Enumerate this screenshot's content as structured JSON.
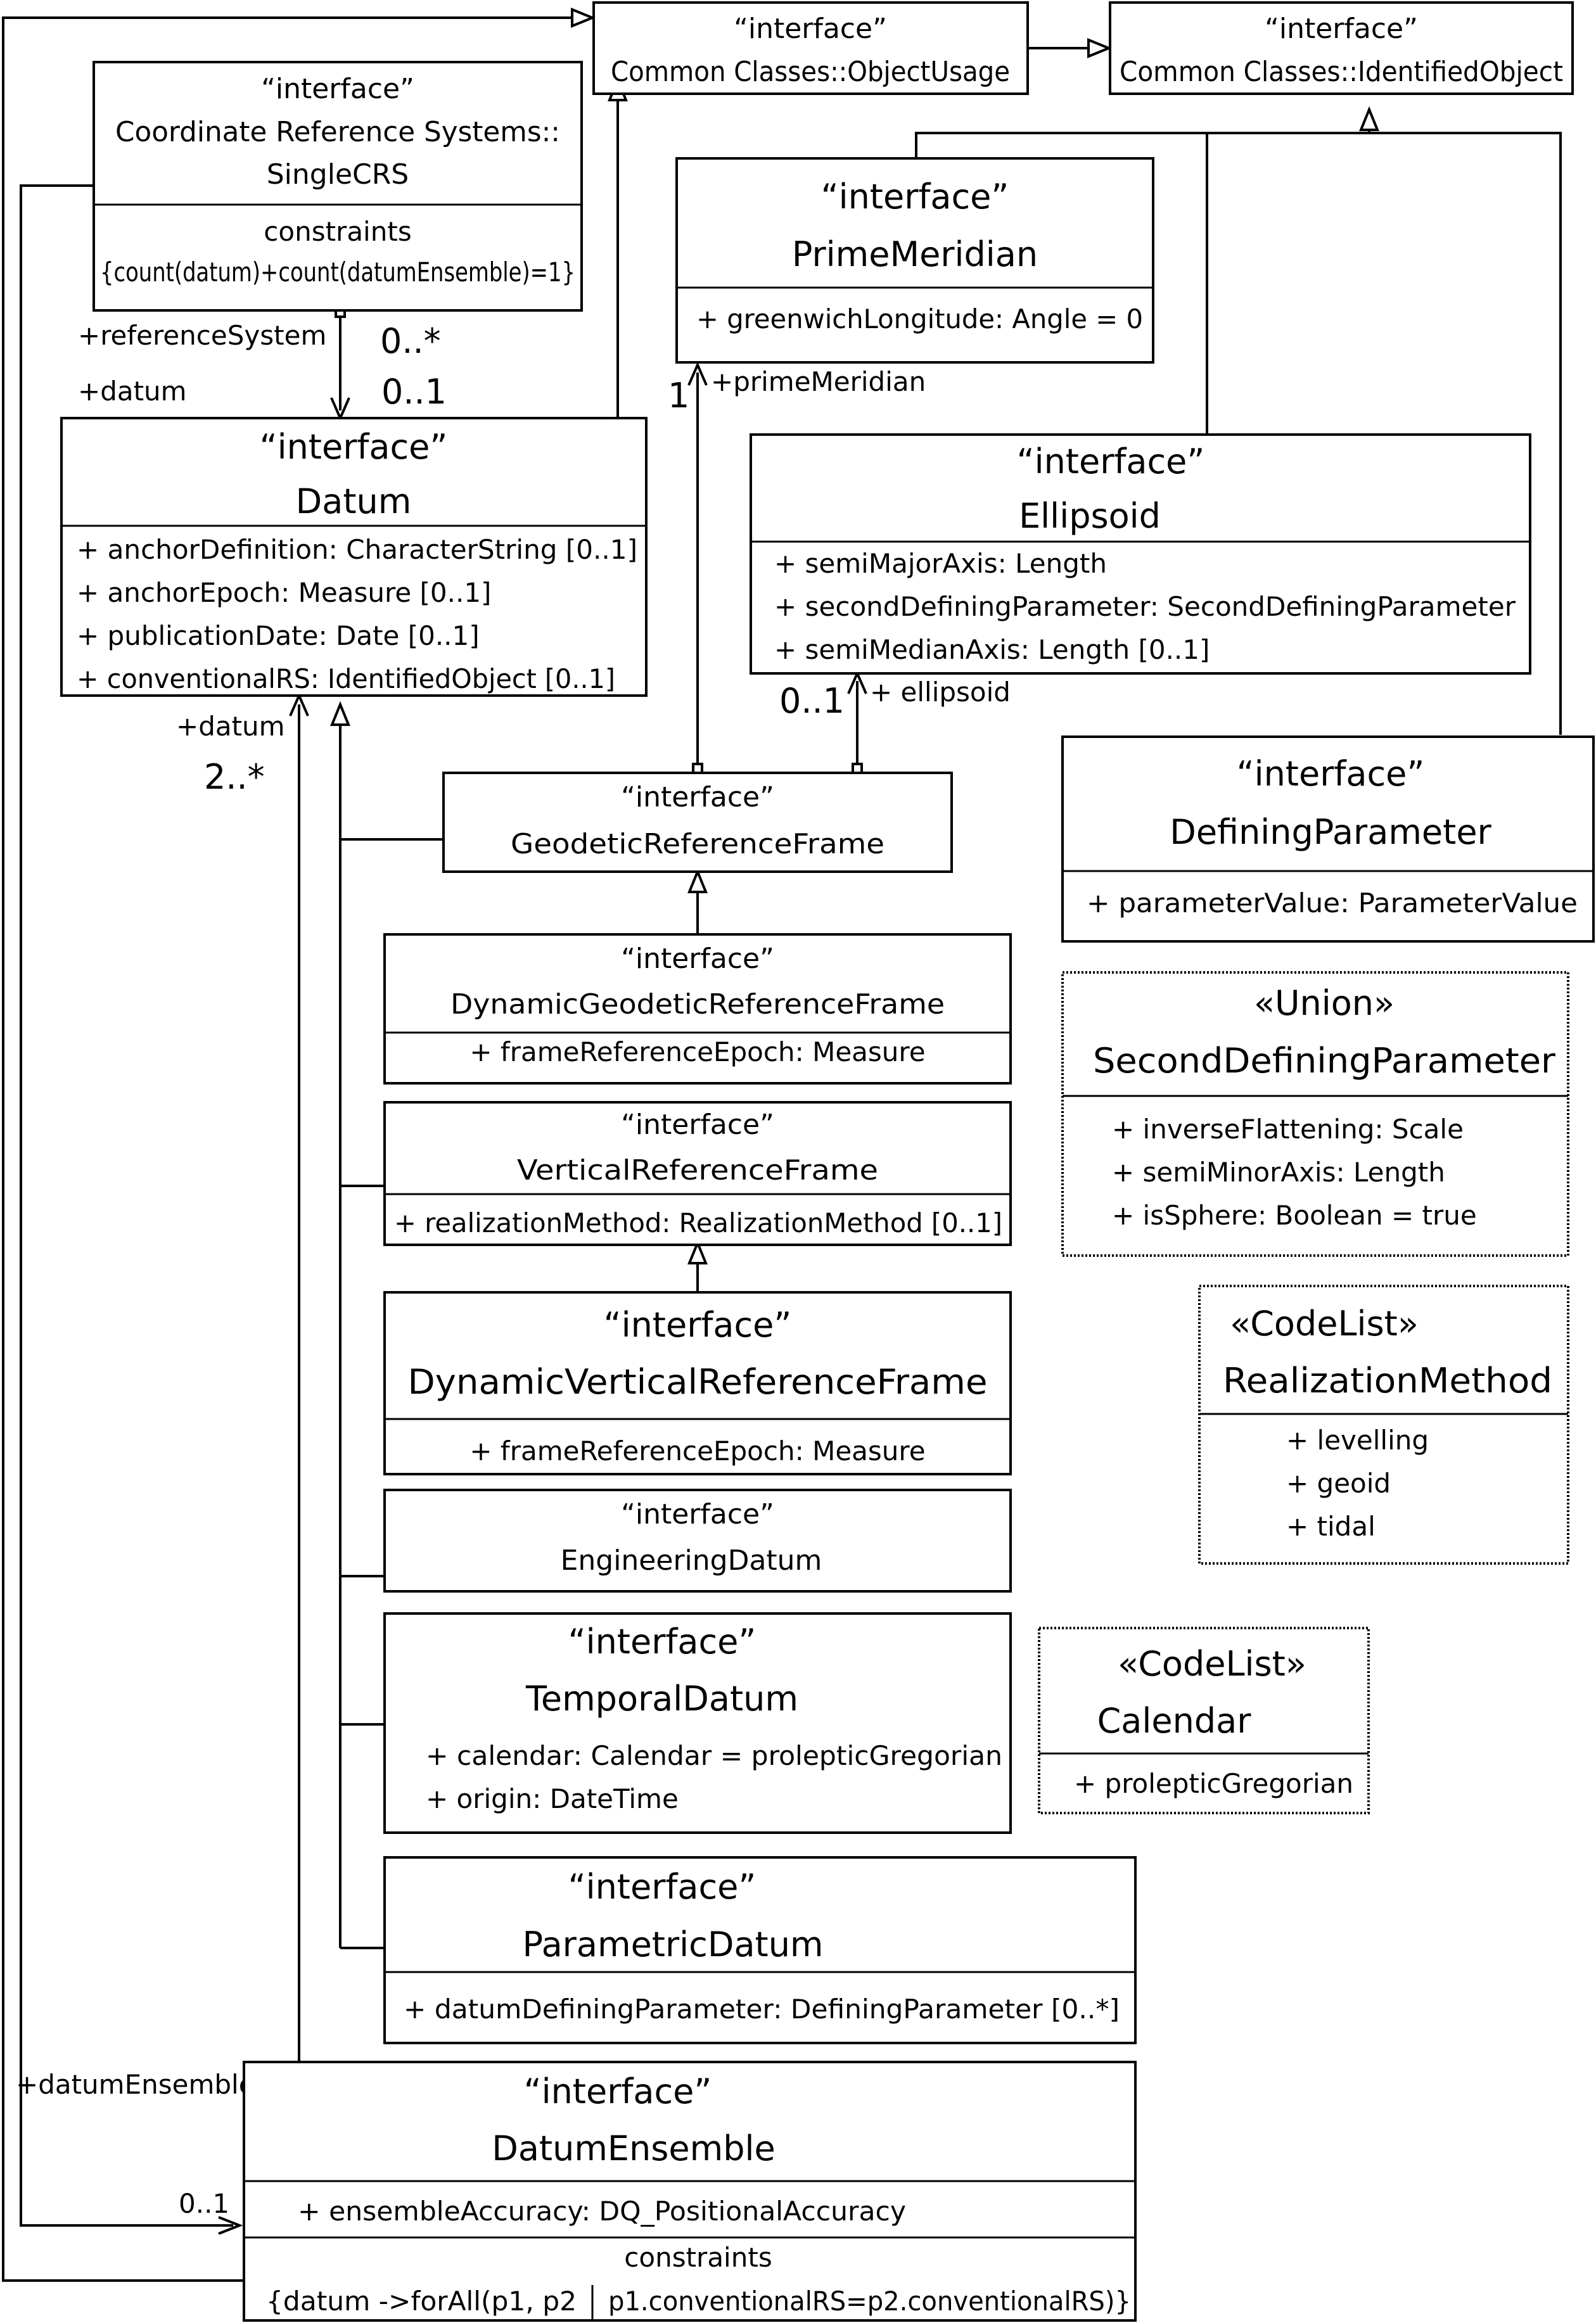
{
  "classes": {
    "object_usage": {
      "stereotype": "“interface”",
      "name": "Common Classes::ObjectUsage"
    },
    "identified_object": {
      "stereotype": "“interface”",
      "name": "Common Classes::IdentifiedObject"
    },
    "single_crs": {
      "stereotype": "“interface”",
      "name_line1": "Coordinate Reference Systems::",
      "name_line2": "SingleCRS",
      "constraints_label": "constraints",
      "constraint": "{count(datum)+count(datumEnsemble)=1}"
    },
    "prime_meridian": {
      "stereotype": "“interface”",
      "name": "PrimeMeridian",
      "attributes": [
        "+ greenwichLongitude: Angle = 0"
      ]
    },
    "datum": {
      "stereotype": "“interface”",
      "name": "Datum",
      "attributes": [
        "+ anchorDefinition: CharacterString [0..1]",
        "+ anchorEpoch: Measure [0..1]",
        "+ publicationDate: Date [0..1]",
        "+ conventionalRS: IdentifiedObject [0..1]"
      ]
    },
    "ellipsoid": {
      "stereotype": "“interface”",
      "name": "Ellipsoid",
      "attributes": [
        "+ semiMajorAxis: Length",
        "+ secondDefiningParameter: SecondDefiningParameter",
        "+ semiMedianAxis: Length [0..1]"
      ]
    },
    "geodetic_reference_frame": {
      "stereotype": "“interface”",
      "name": "GeodeticReferenceFrame"
    },
    "defining_parameter": {
      "stereotype": "“interface”",
      "name": "DefiningParameter",
      "attributes": [
        "+ parameterValue: ParameterValue"
      ]
    },
    "dynamic_geodetic_reference_frame": {
      "stereotype": "“interface”",
      "name": "DynamicGeodeticReferenceFrame",
      "attributes": [
        "+ frameReferenceEpoch: Measure"
      ]
    },
    "second_defining_parameter": {
      "stereotype": "«Union»",
      "name": "SecondDefiningParameter",
      "attributes": [
        "+ inverseFlattening: Scale",
        "+ semiMinorAxis: Length",
        "+ isSphere: Boolean = true"
      ]
    },
    "vertical_reference_frame": {
      "stereotype": "“interface”",
      "name": "VerticalReferenceFrame",
      "attributes": [
        "+ realizationMethod: RealizationMethod [0..1]"
      ]
    },
    "dynamic_vertical_reference_frame": {
      "stereotype": "“interface”",
      "name": "DynamicVerticalReferenceFrame",
      "attributes": [
        "+ frameReferenceEpoch: Measure"
      ]
    },
    "realization_method": {
      "stereotype": "«CodeList»",
      "name": "RealizationMethod",
      "attributes": [
        "+ levelling",
        "+ geoid",
        "+ tidal"
      ]
    },
    "engineering_datum": {
      "stereotype": "“interface”",
      "name": "EngineeringDatum"
    },
    "temporal_datum": {
      "stereotype": "“interface”",
      "name": "TemporalDatum",
      "attributes": [
        "+ calendar: Calendar = prolepticGregorian",
        "+ origin: DateTime"
      ]
    },
    "calendar": {
      "stereotype": "«CodeList»",
      "name": "Calendar",
      "attributes": [
        "+ prolepticGregorian"
      ]
    },
    "parametric_datum": {
      "stereotype": "“interface”",
      "name": "ParametricDatum",
      "attributes": [
        "+ datumDefiningParameter: DefiningParameter [0..*]"
      ]
    },
    "datum_ensemble": {
      "stereotype": "“interface”",
      "name": "DatumEnsemble",
      "attributes": [
        "+ ensembleAccuracy: DQ_PositionalAccuracy"
      ],
      "constraints_label": "constraints",
      "constraint_part1": "{datum ->forAll(p1, p2",
      "constraint_part2": "p1.conventionalRS=p2.conventionalRS)}"
    }
  },
  "labels": {
    "reference_system_role": "+referenceSystem",
    "reference_system_mult": "0..*",
    "datum_role": "+datum",
    "datum_mult": "0..1",
    "prime_meridian_mult": "1",
    "prime_meridian_role": "+primeMeridian",
    "ellipsoid_mult": "0..1",
    "ellipsoid_role": "+ ellipsoid",
    "ensemble_datum_role": "+datum",
    "ensemble_datum_mult": "2..*",
    "datum_ensemble_role": "+datumEnsemble",
    "datum_ensemble_mult": "0..1"
  }
}
